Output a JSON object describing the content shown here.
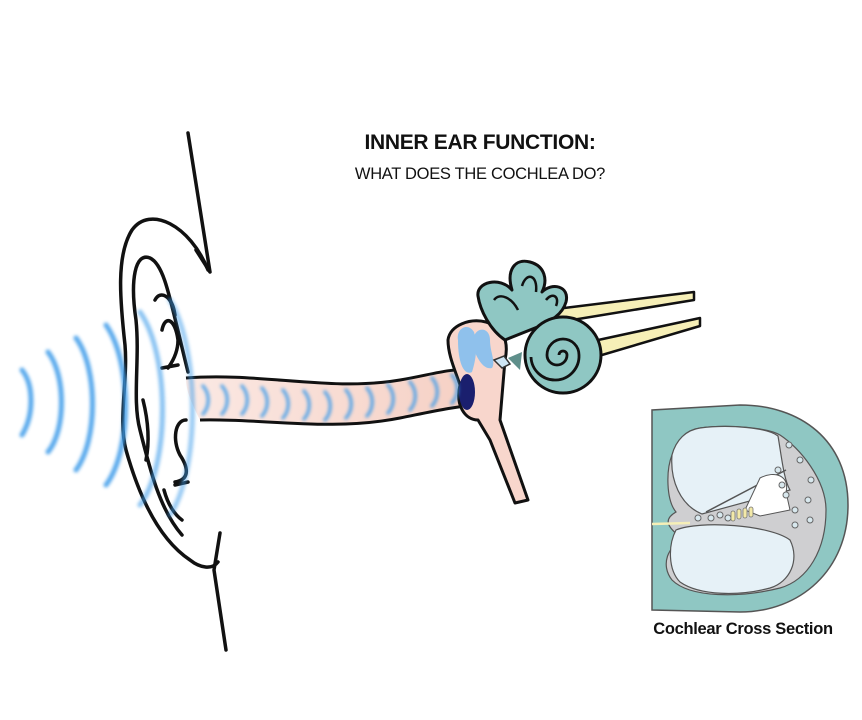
{
  "title": {
    "main": "INNER EAR FUNCTION:",
    "subtitle": "WHAT DOES THE COCHLEA DO?"
  },
  "inset": {
    "caption": "Cochlear Cross Section"
  },
  "colors": {
    "outline": "#111111",
    "sound_wave": "#3d9be9",
    "ear_canal": "#f8d6cc",
    "eardrum": "#1a1f6e",
    "ossicles": "#8fc1ec",
    "cochlea": "#8fc7c3",
    "nerve": "#f6efb7",
    "scala_fill": "#e6f1f7",
    "tissue_gray": "#cfcfd1"
  },
  "labels": {
    "outer_ear": "outer-ear",
    "ear_canal": "ear-canal",
    "eardrum": "eardrum",
    "ossicles": "ossicles",
    "cochlea": "cochlea",
    "semicircular_canals": "semicircular-canals",
    "auditory_nerve": "auditory-nerve",
    "sound_waves": "sound-waves"
  }
}
